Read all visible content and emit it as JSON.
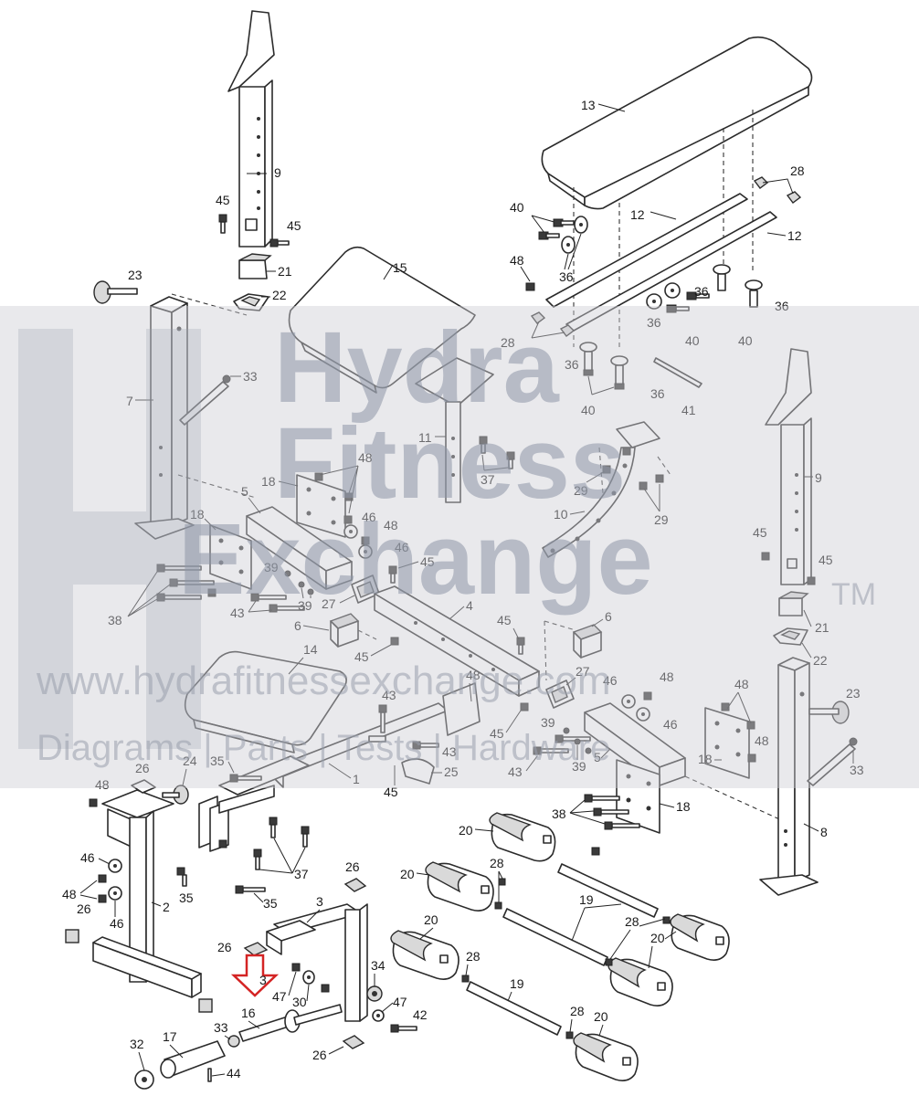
{
  "watermark": {
    "brand_line1": "Hydra",
    "brand_line2": "Fitness",
    "brand_line3": "Exchange",
    "trademark": "TM",
    "url": "www.hydrafitnessexchange.com",
    "tagline": "Diagrams | Parts | Tests | Hardware"
  },
  "callouts": [
    {
      "id": "c13",
      "text": "13"
    },
    {
      "id": "c28a",
      "text": "28"
    },
    {
      "id": "c12a",
      "text": "12"
    },
    {
      "id": "c12b",
      "text": "12"
    },
    {
      "id": "c40a",
      "text": "40"
    },
    {
      "id": "c36a",
      "text": "36"
    },
    {
      "id": "c48a",
      "text": "48"
    },
    {
      "id": "c36b",
      "text": "36"
    },
    {
      "id": "c36c",
      "text": "36"
    },
    {
      "id": "c36d",
      "text": "36"
    },
    {
      "id": "c40b",
      "text": "40"
    },
    {
      "id": "c40c",
      "text": "40"
    },
    {
      "id": "c28b",
      "text": "28"
    },
    {
      "id": "c36e",
      "text": "36"
    },
    {
      "id": "c40d",
      "text": "40"
    },
    {
      "id": "c36f",
      "text": "36"
    },
    {
      "id": "c41",
      "text": "41"
    },
    {
      "id": "c9a",
      "text": "9"
    },
    {
      "id": "c45a",
      "text": "45"
    },
    {
      "id": "c45b",
      "text": "45"
    },
    {
      "id": "c21a",
      "text": "21"
    },
    {
      "id": "c22a",
      "text": "22"
    },
    {
      "id": "c23a",
      "text": "23"
    },
    {
      "id": "c15",
      "text": "15"
    },
    {
      "id": "c33a",
      "text": "33"
    },
    {
      "id": "c7",
      "text": "7"
    },
    {
      "id": "c11",
      "text": "11"
    },
    {
      "id": "c37a",
      "text": "37"
    },
    {
      "id": "c29a",
      "text": "29"
    },
    {
      "id": "c10",
      "text": "10"
    },
    {
      "id": "c29b",
      "text": "29"
    },
    {
      "id": "c18a",
      "text": "18"
    },
    {
      "id": "c48b",
      "text": "48"
    },
    {
      "id": "c5a",
      "text": "5"
    },
    {
      "id": "c46a",
      "text": "46"
    },
    {
      "id": "c48c",
      "text": "48"
    },
    {
      "id": "c46b",
      "text": "46"
    },
    {
      "id": "c18b",
      "text": "18"
    },
    {
      "id": "c45c",
      "text": "45"
    },
    {
      "id": "c39a",
      "text": "39"
    },
    {
      "id": "c27a",
      "text": "27"
    },
    {
      "id": "c4",
      "text": "4"
    },
    {
      "id": "c43a",
      "text": "43"
    },
    {
      "id": "c39b",
      "text": "39"
    },
    {
      "id": "c38a",
      "text": "38"
    },
    {
      "id": "c6a",
      "text": "6"
    },
    {
      "id": "c6b",
      "text": "6"
    },
    {
      "id": "c45d",
      "text": "45"
    },
    {
      "id": "c45e",
      "text": "45"
    },
    {
      "id": "c9b",
      "text": "9"
    },
    {
      "id": "c45f",
      "text": "45"
    },
    {
      "id": "c45g",
      "text": "45"
    },
    {
      "id": "c21b",
      "text": "21"
    },
    {
      "id": "c22b",
      "text": "22"
    },
    {
      "id": "c14",
      "text": "14"
    },
    {
      "id": "c48d",
      "text": "48"
    },
    {
      "id": "c27b",
      "text": "27"
    },
    {
      "id": "c46c",
      "text": "46"
    },
    {
      "id": "c48e",
      "text": "48"
    },
    {
      "id": "c48f",
      "text": "48"
    },
    {
      "id": "c23b",
      "text": "23"
    },
    {
      "id": "c43b",
      "text": "43"
    },
    {
      "id": "c45h",
      "text": "45"
    },
    {
      "id": "c46d",
      "text": "46"
    },
    {
      "id": "c39c",
      "text": "39"
    },
    {
      "id": "c5b",
      "text": "5"
    },
    {
      "id": "c18c",
      "text": "18"
    },
    {
      "id": "c48g",
      "text": "48"
    },
    {
      "id": "c33b",
      "text": "33"
    },
    {
      "id": "c43c",
      "text": "43"
    },
    {
      "id": "c39d",
      "text": "39"
    },
    {
      "id": "c35a",
      "text": "35"
    },
    {
      "id": "c26a",
      "text": "26"
    },
    {
      "id": "c24",
      "text": "24"
    },
    {
      "id": "c1",
      "text": "1"
    },
    {
      "id": "c25",
      "text": "25"
    },
    {
      "id": "c45i",
      "text": "45"
    },
    {
      "id": "c43d",
      "text": "43"
    },
    {
      "id": "c48h",
      "text": "48"
    },
    {
      "id": "c38b",
      "text": "38"
    },
    {
      "id": "c18d",
      "text": "18"
    },
    {
      "id": "c8",
      "text": "8"
    },
    {
      "id": "c37b",
      "text": "37"
    },
    {
      "id": "c46e",
      "text": "46"
    },
    {
      "id": "c48i",
      "text": "48"
    },
    {
      "id": "c46f",
      "text": "46"
    },
    {
      "id": "c2",
      "text": "2"
    },
    {
      "id": "c35b",
      "text": "35"
    },
    {
      "id": "c35c",
      "text": "35"
    },
    {
      "id": "c26b",
      "text": "26"
    },
    {
      "id": "c20a",
      "text": "20"
    },
    {
      "id": "c20b",
      "text": "20"
    },
    {
      "id": "c28c",
      "text": "28"
    },
    {
      "id": "c19a",
      "text": "19"
    },
    {
      "id": "c28d",
      "text": "28"
    },
    {
      "id": "c20c",
      "text": "20"
    },
    {
      "id": "c20d",
      "text": "20"
    },
    {
      "id": "c26c",
      "text": "26"
    },
    {
      "id": "c3a",
      "text": "3"
    },
    {
      "id": "c26d",
      "text": "26"
    },
    {
      "id": "c3b",
      "text": "3"
    },
    {
      "id": "c34",
      "text": "34"
    },
    {
      "id": "c47a",
      "text": "47"
    },
    {
      "id": "c30",
      "text": "30"
    },
    {
      "id": "c47b",
      "text": "47"
    },
    {
      "id": "c42",
      "text": "42"
    },
    {
      "id": "c26e",
      "text": "26"
    },
    {
      "id": "c16",
      "text": "16"
    },
    {
      "id": "c33c",
      "text": "33"
    },
    {
      "id": "c17",
      "text": "17"
    },
    {
      "id": "c32",
      "text": "32"
    },
    {
      "id": "c44",
      "text": "44"
    },
    {
      "id": "c28e",
      "text": "28"
    },
    {
      "id": "c19b",
      "text": "19"
    },
    {
      "id": "c28f",
      "text": "28"
    },
    {
      "id": "c20e",
      "text": "20"
    }
  ]
}
